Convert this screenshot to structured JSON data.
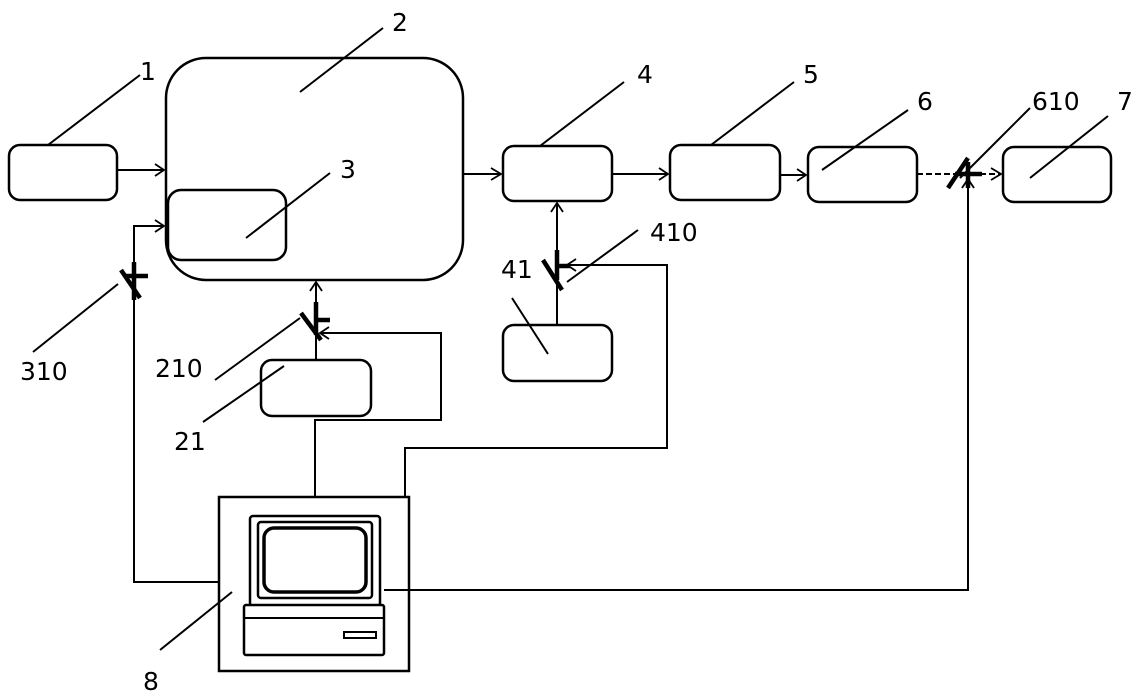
{
  "labels": {
    "n1": "1",
    "n2": "2",
    "n3": "3",
    "n4": "4",
    "n5": "5",
    "n6": "6",
    "n7": "7",
    "n8": "8",
    "n21": "21",
    "n41": "41",
    "n210": "210",
    "n310": "310",
    "n410": "410",
    "n610": "610"
  },
  "colors": {
    "stroke": "#000000",
    "background": "#ffffff"
  },
  "icons": {
    "computer": "computer-terminal-icon"
  }
}
